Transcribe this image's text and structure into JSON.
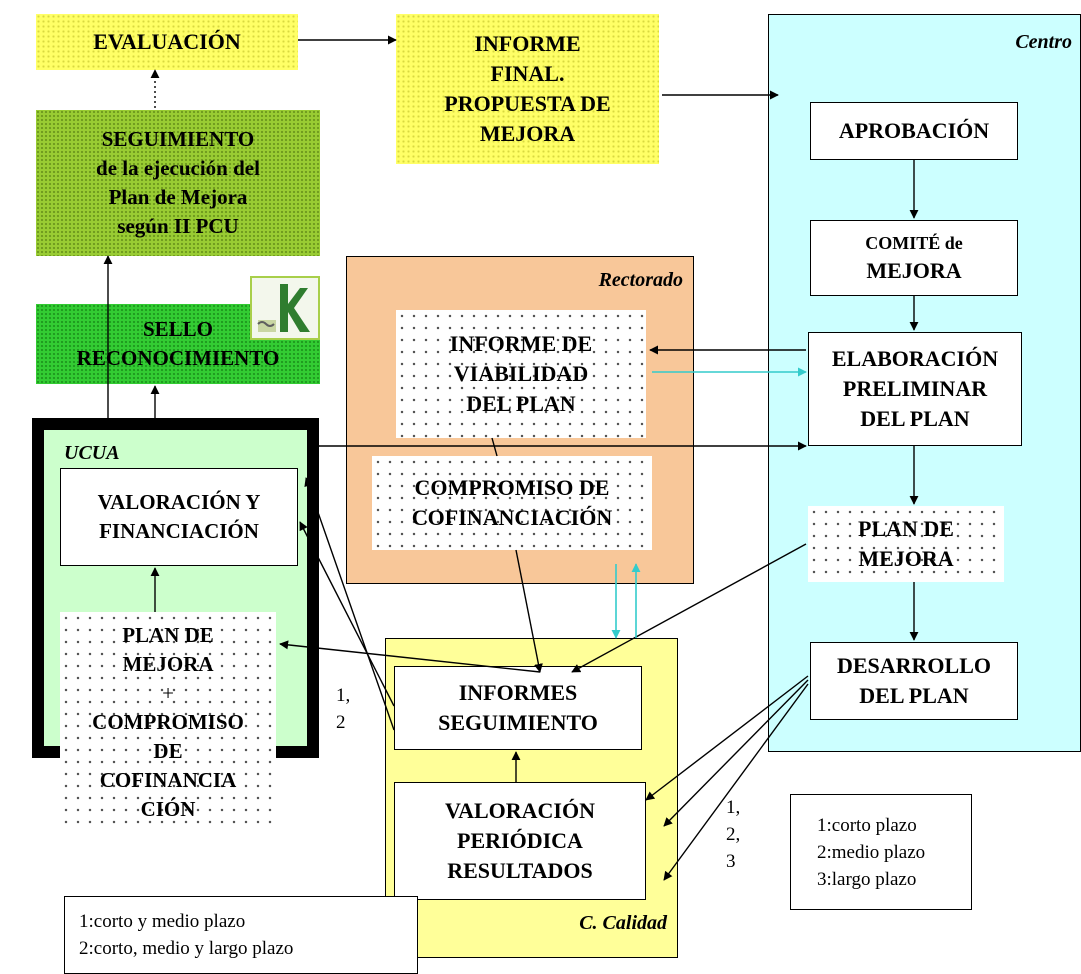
{
  "nodes": {
    "evaluacion": "EVALUACIÓN",
    "informe_final": [
      "INFORME",
      "FINAL.",
      "PROPUESTA DE",
      "MEJORA"
    ],
    "seguimiento": [
      "SEGUIMIENTO",
      "de la ejecución del",
      "Plan de Mejora",
      "según II PCU"
    ],
    "sello": [
      "SELLO",
      "RECONOCIMIENTO"
    ],
    "aprobacion": "APROBACIÓN",
    "comite": [
      "COMITÉ de",
      "MEJORA"
    ],
    "elaboracion": [
      "ELABORACIÓN",
      "PRELIMINAR",
      "DEL PLAN"
    ],
    "plan_mejora_centro": [
      "PLAN DE",
      "MEJORA"
    ],
    "desarrollo": [
      "DESARROLLO",
      "DEL PLAN"
    ],
    "informe_viabilidad": [
      "INFORME DE",
      "VIABILIDAD",
      "DEL PLAN"
    ],
    "compromiso_cofin": [
      "COMPROMISO DE",
      "COFINANCIACIÓN"
    ],
    "valoracion_fin": [
      "VALORACIÓN Y",
      "FINANCIACIÓN"
    ],
    "plan_compromiso": [
      "PLAN DE",
      "MEJORA",
      "+",
      "COMPROMISO",
      "DE",
      "COFINANCIA",
      "CIÓN"
    ],
    "informes_seguimiento": [
      "INFORMES",
      "SEGUIMIENTO"
    ],
    "valoracion_periodica": [
      "VALORACIÓN",
      "PERIÓDICA",
      "RESULTADOS"
    ]
  },
  "containers": {
    "centro": "Centro",
    "rectorado": "Rectorado",
    "ucua": "UCUA",
    "calidad": "C. Calidad"
  },
  "labels": {
    "ucua_links": [
      "1,",
      "2"
    ],
    "desarrollo_links": [
      "1,",
      "2,",
      "3"
    ]
  },
  "legends": {
    "plazos": [
      "1:corto plazo",
      "2:medio plazo",
      "3:largo plazo"
    ],
    "ucua_plazos": [
      "1:corto y medio plazo",
      "2:corto, medio y largo plazo"
    ]
  },
  "colors": {
    "yellow": "#ffff66",
    "light_green": "#99cc33",
    "bright_green": "#33cc33",
    "centro_bg": "#ccffff",
    "rectorado_bg": "#f8c799",
    "ucua_bg": "#ccffcc",
    "calidad_bg": "#ffff99",
    "cyan_arrow": "#33cccc"
  }
}
